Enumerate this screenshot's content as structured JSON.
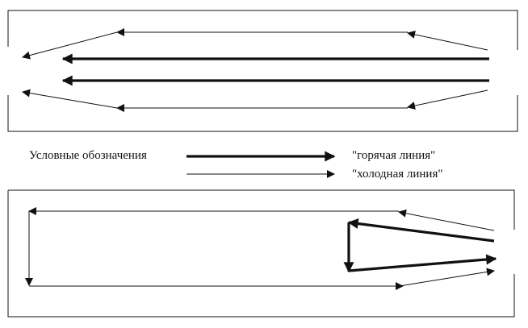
{
  "legend": {
    "caption": "Условные обозначения",
    "hot_label": "\"горячая линия\"",
    "cold_label": "\"холодная линия\""
  },
  "colors": {
    "ink": "#111111",
    "background": "#ffffff"
  }
}
